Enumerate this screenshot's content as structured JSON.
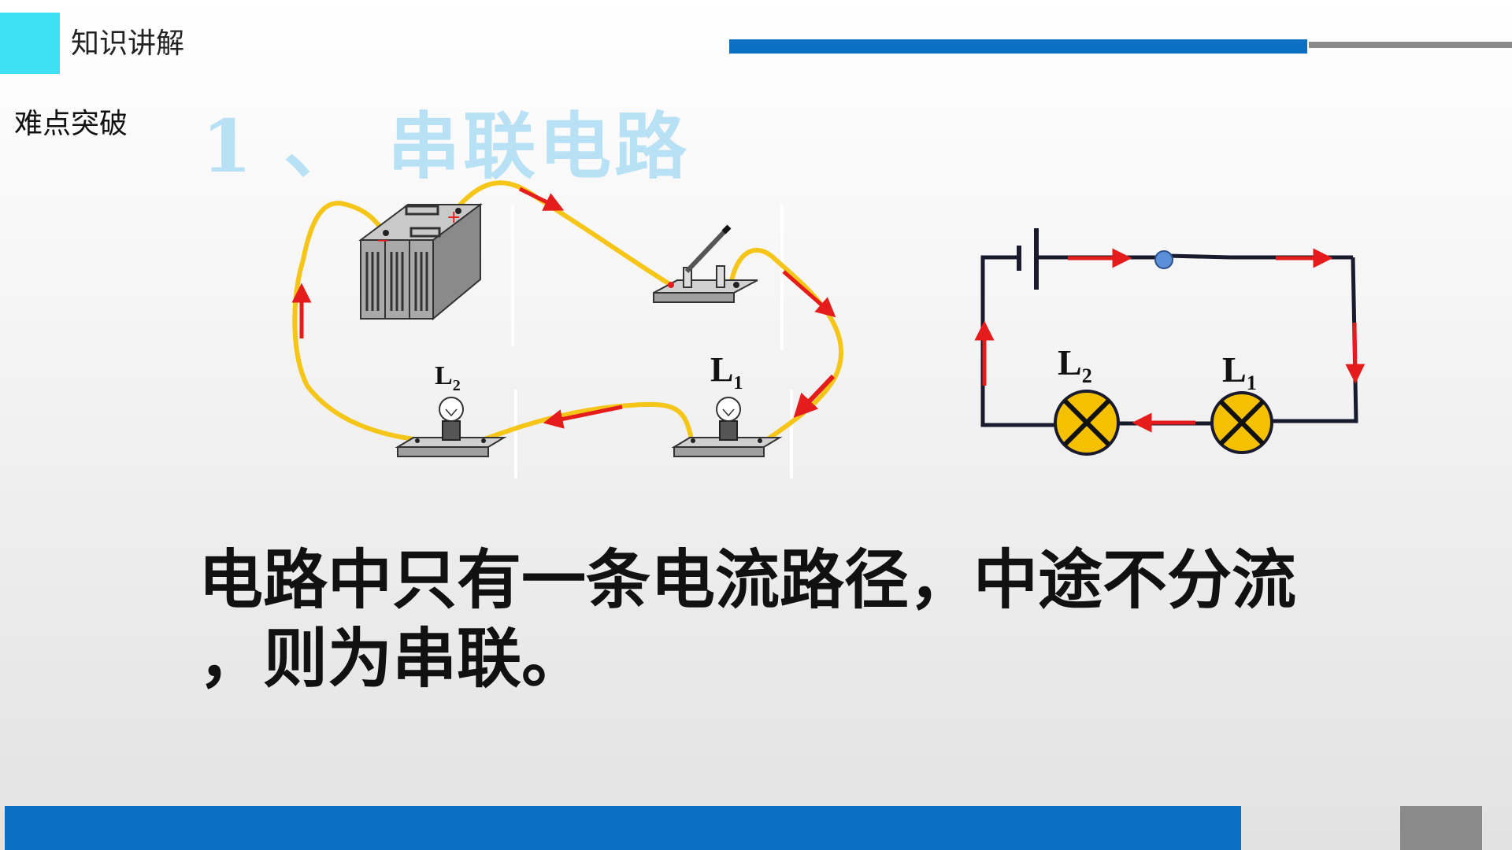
{
  "header": {
    "title": "知识讲解",
    "accent_color": "#3ee0f4",
    "bar_color": "#0b6fc3"
  },
  "subtitle": "难点突破",
  "section_title": "1 、 串联电路",
  "diagram": {
    "physical": {
      "lamp_left_label": "L",
      "lamp_left_sub": "2",
      "lamp_right_label": "L",
      "lamp_right_sub": "1",
      "battery_plus": "+",
      "battery_minus": "−",
      "wire_color": "#f5c518",
      "current_color": "#e51c1c"
    },
    "schematic": {
      "lamp_left_label": "L",
      "lamp_left_sub": "2",
      "lamp_right_label": "L",
      "lamp_right_sub": "1",
      "lamp_color": "#f5c000"
    }
  },
  "statement_line1": "电路中只有一条电流路径，中途不分流",
  "statement_line2": "，则为串联。"
}
